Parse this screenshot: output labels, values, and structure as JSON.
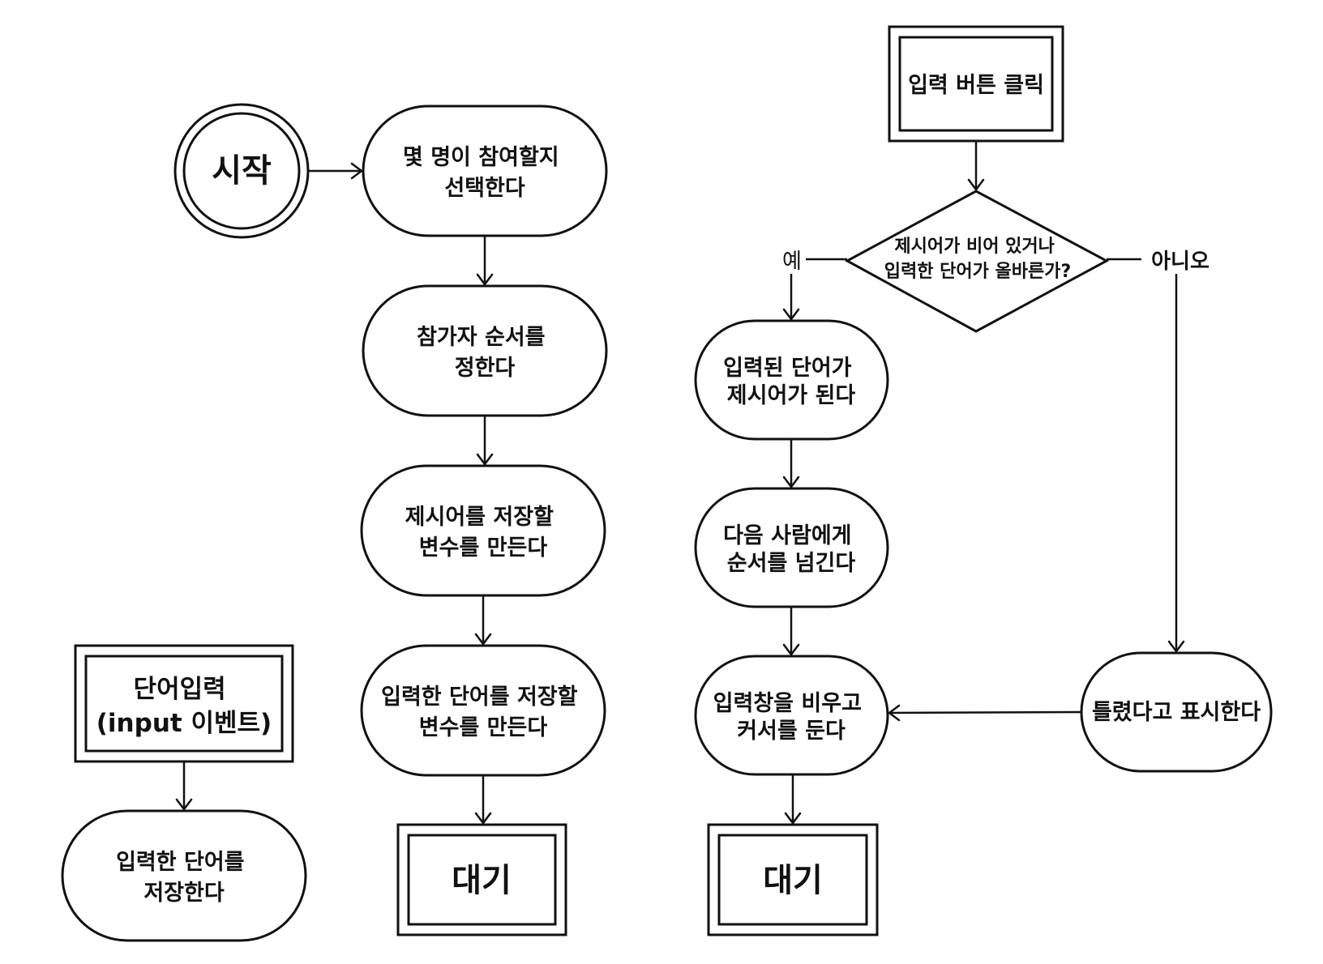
{
  "nodes": {
    "start": "시작",
    "select_players": [
      "몇 명이 참여할지",
      "선택한다"
    ],
    "set_order": [
      "참가자 순서를",
      "정한다"
    ],
    "make_prompt_var": [
      "제시어를 저장할",
      "변수를 만든다"
    ],
    "make_input_var": [
      "입력한 단어를 저장할",
      "변수를 만든다"
    ],
    "wait_left": "대기",
    "input_event": [
      "단어입력",
      "(input 이벤트)"
    ],
    "save_input": [
      "입력한 단어를",
      "저장한다"
    ],
    "click_event": "입력 버튼 클릭",
    "decision": [
      "제시어가 비어 있거나",
      "입력한 단어가 올바른가?"
    ],
    "become_prompt": [
      "입력된 단어가",
      "제시어가 된다"
    ],
    "next_turn": [
      "다음 사람에게",
      "순서를 넘긴다"
    ],
    "clear_input": [
      "입력창을 비우고",
      "커서를 둔다"
    ],
    "wait_right": "대기",
    "show_wrong": "틀렸다고 표시한다"
  },
  "labels": {
    "yes": "예",
    "no": "아니오"
  }
}
